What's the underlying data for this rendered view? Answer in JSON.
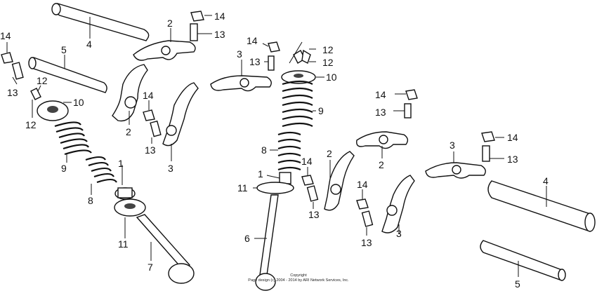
{
  "diagram": {
    "copyright_line1": "Copyright",
    "copyright_line2": "Page design (c) 2004 - 2014 by ARI Network Services, Inc.",
    "labels": {
      "l1a": "1",
      "l1b": "1",
      "l2a": "2",
      "l2b": "2",
      "l2c": "2",
      "l2d": "2",
      "l3a": "3",
      "l3b": "3",
      "l3c": "3",
      "l3d": "3",
      "l4a": "4",
      "l4b": "4",
      "l5a": "5",
      "l5b": "5",
      "l6": "6",
      "l7": "7",
      "l8a": "8",
      "l8b": "8",
      "l9a": "9",
      "l9b": "9",
      "l10a": "10",
      "l10b": "10",
      "l11a": "11",
      "l11b": "11",
      "l12a": "12",
      "l12b": "12",
      "l12c": "12",
      "l12d": "12",
      "l13a": "13",
      "l13b": "13",
      "l13c": "13",
      "l13d": "13",
      "l13e": "13",
      "l13f": "13",
      "l13g": "13",
      "l13h": "13",
      "l14a": "14",
      "l14b": "14",
      "l14c": "14",
      "l14d": "14",
      "l14e": "14",
      "l14f": "14",
      "l14g": "14",
      "l14h": "14"
    }
  }
}
